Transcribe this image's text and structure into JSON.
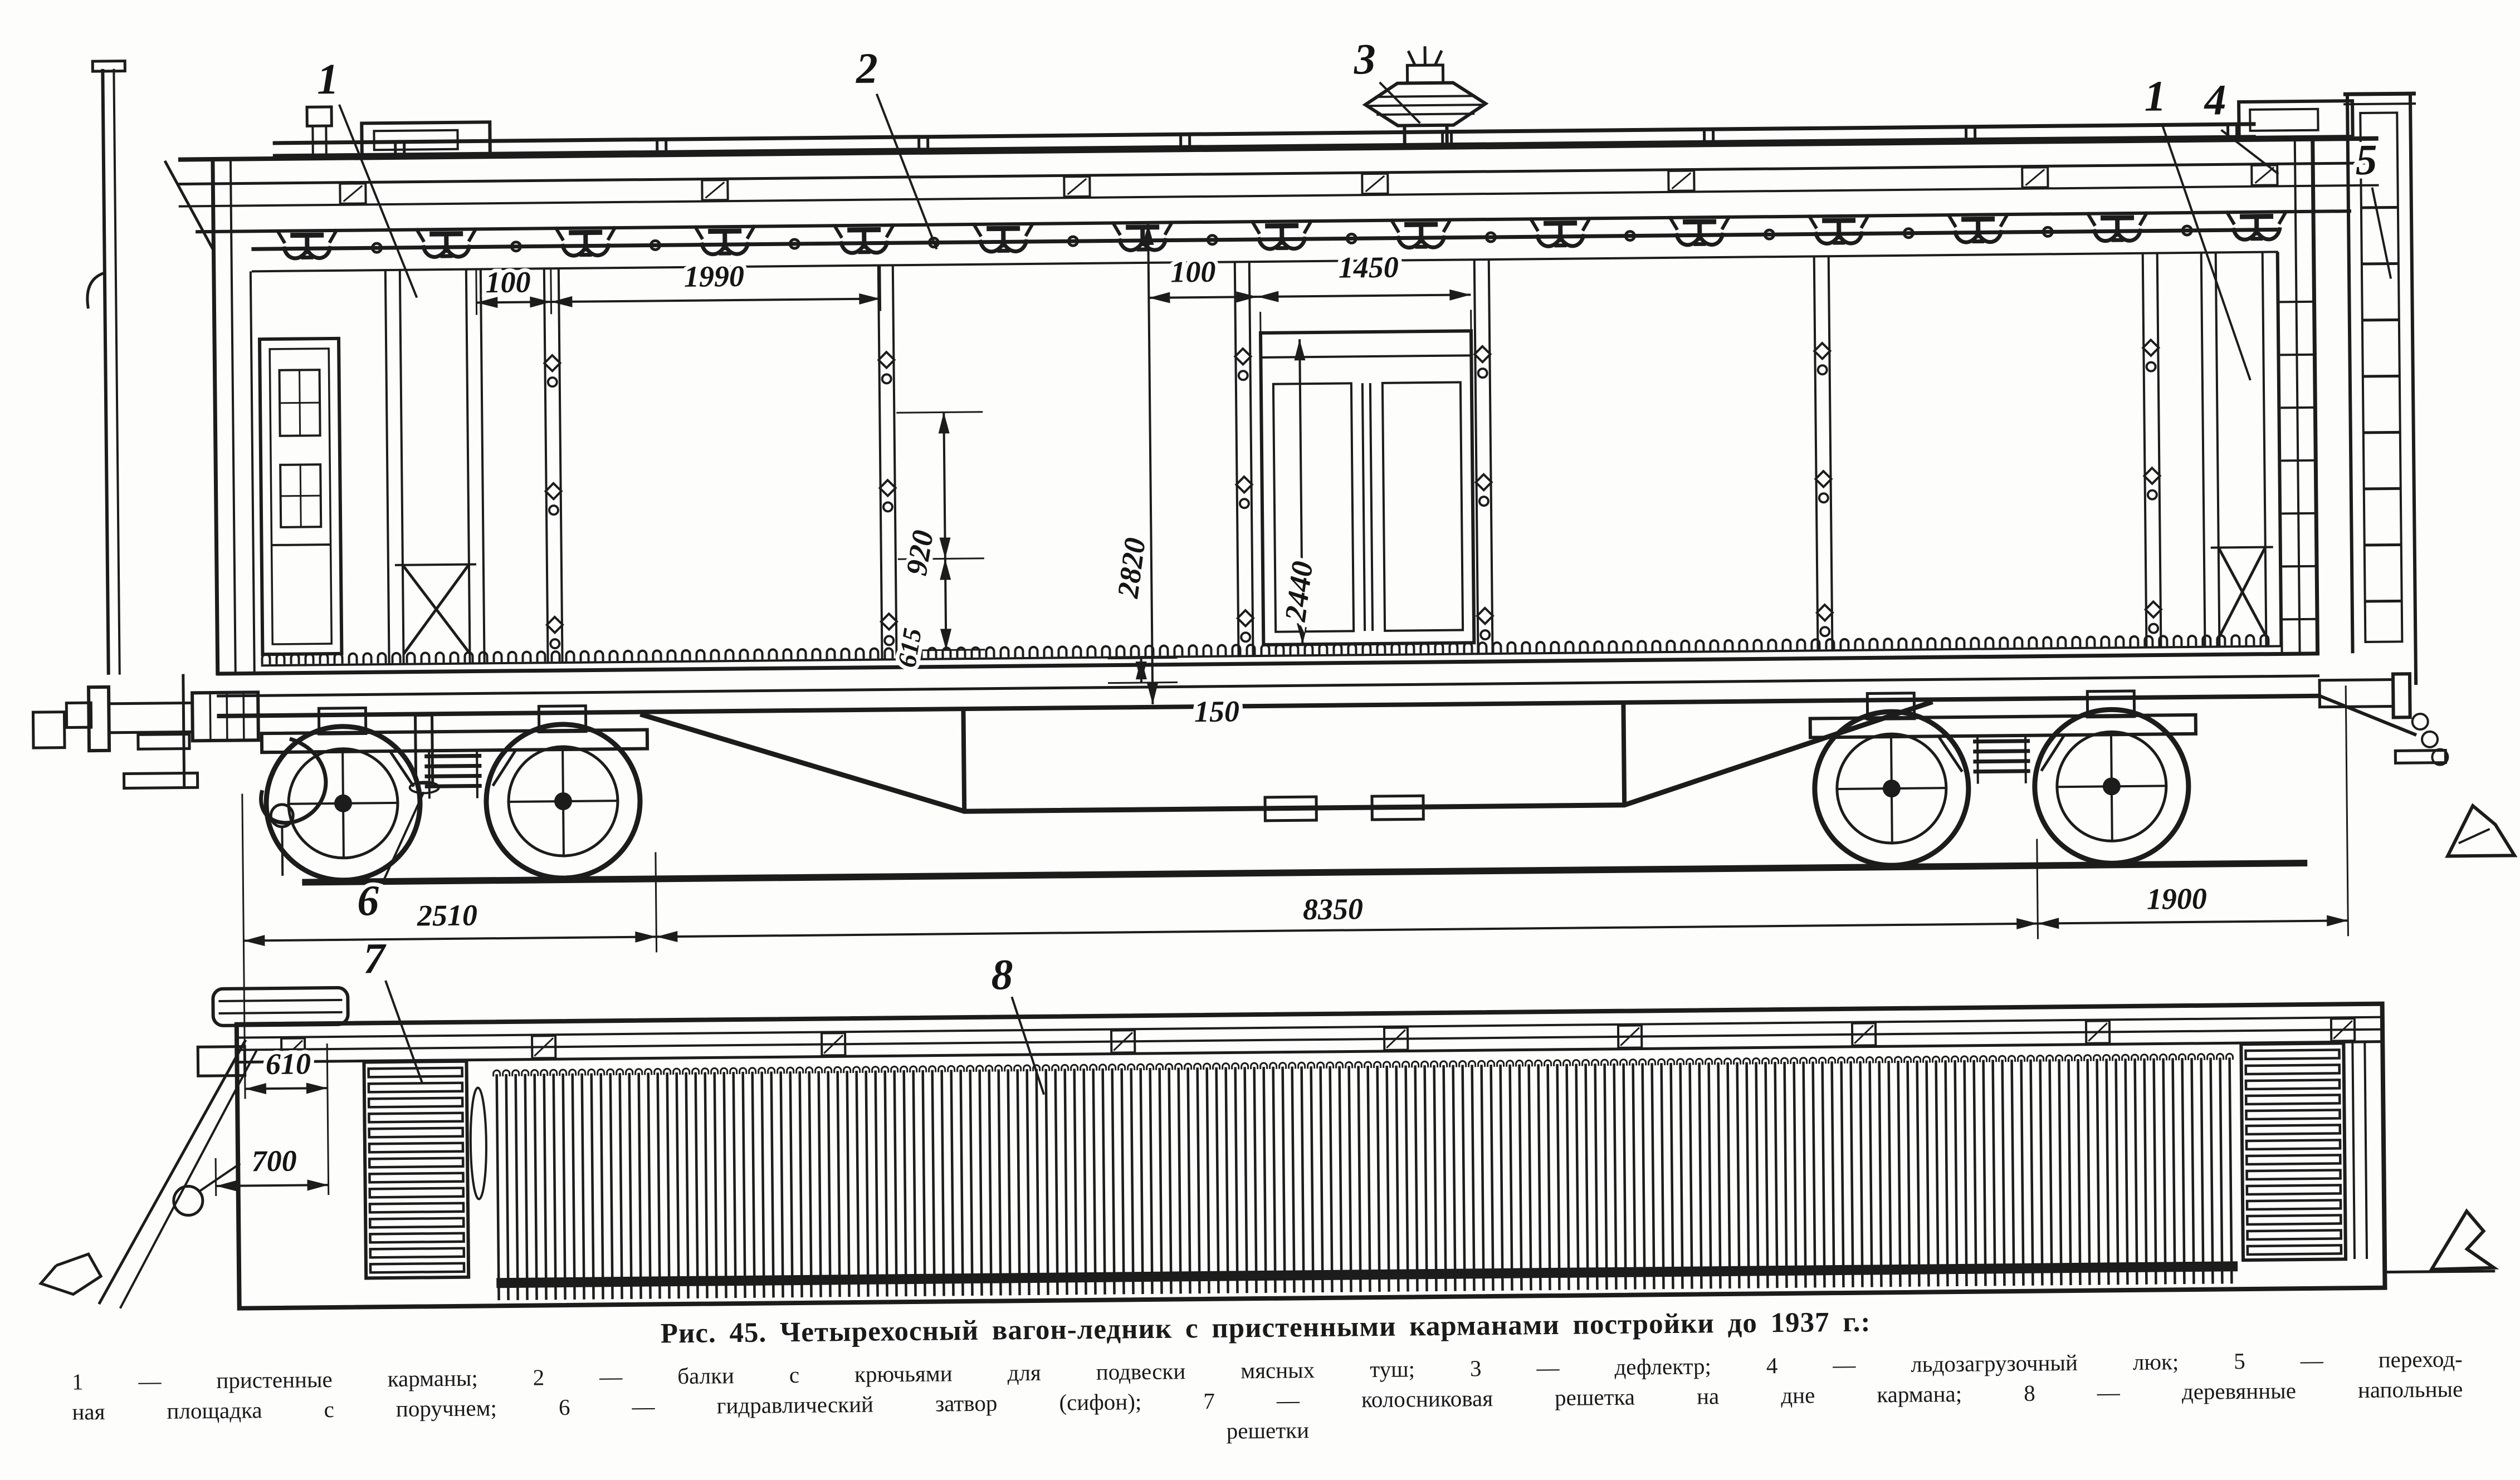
{
  "caption": "Рис. 45. Четырехосный вагон-ледник с пристенными карманами постройки до 1937 г.:",
  "legend": {
    "line1": "1 — пристенные карманы; 2 — балки с крючьями  для подвески мясных туш; 3 — дефлектр; 4 — льдозагрузочный люк; 5 — переход-",
    "line2": "ная площадка с поручнем; 6 — гидравлический затвор (сифон); 7 — колосниковая решетка на дне кармана; 8 — деревянные напольные",
    "line3": "решетки"
  },
  "callouts": {
    "wall_pocket_left": "1",
    "hook_beam": "2",
    "deflector": "3",
    "wall_pocket_right": "1",
    "ice_hatch": "4",
    "platform": "5",
    "siphon": "6",
    "bottom_grate": "7",
    "floor_grating": "8"
  },
  "dimensions_mm": {
    "pocket_width_left": "100",
    "bay_width": "1990",
    "door_gap": "100",
    "door_width": "1450",
    "interior_height": "2820",
    "door_height": "2440",
    "panel_upper": "920",
    "panel_lower": "615",
    "floor_grating_height": "150",
    "end_to_bogie": "2510",
    "bogie_centers": "8350",
    "bogie_to_end": "1900",
    "plan_grate_width": "610",
    "plan_end_width": "700"
  }
}
